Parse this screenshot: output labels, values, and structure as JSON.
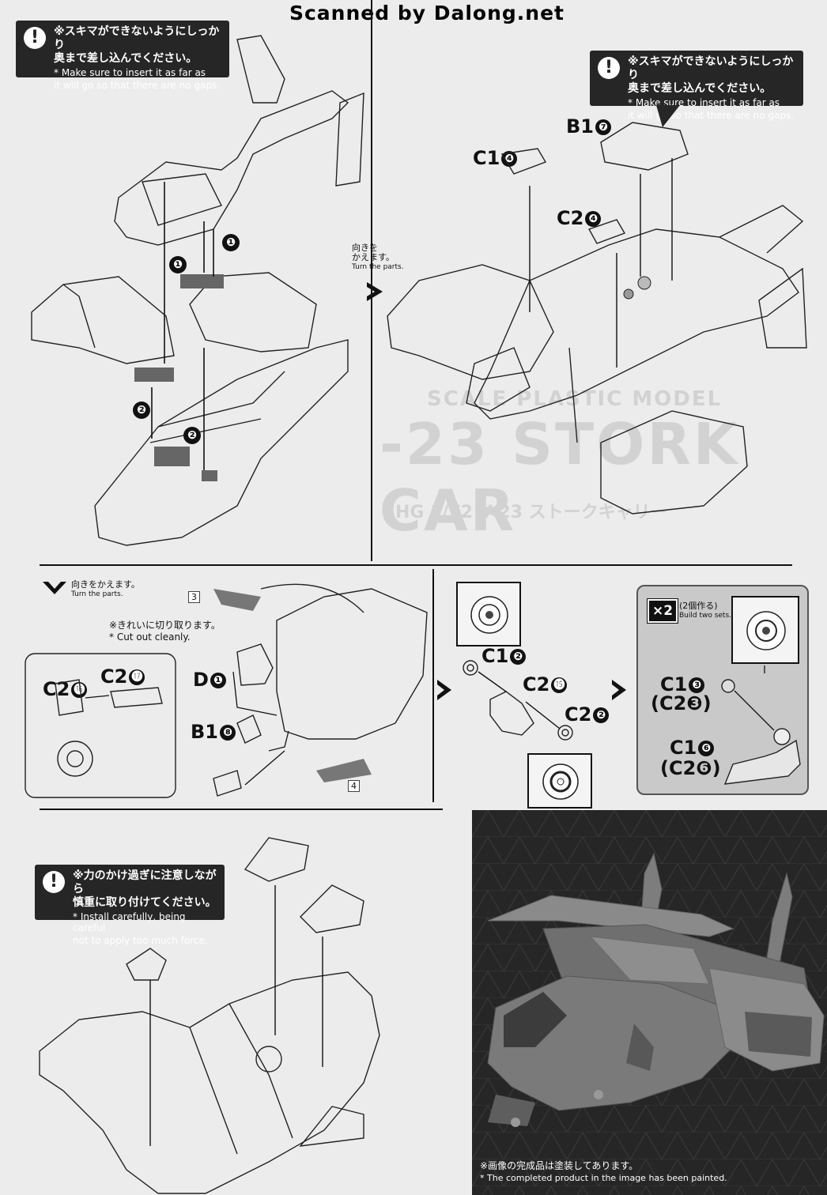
{
  "header": {
    "scan_credit": "Scanned by Dalong.net"
  },
  "notes": {
    "gap_note_1": {
      "jp_line1": "※スキマができないようにしっかり",
      "jp_line2": "奥まで差し込んでください。",
      "en_line1": "* Make sure to insert it as far as",
      "en_line2": "it will go so that there are no gaps."
    },
    "gap_note_2": {
      "jp_line1": "※スキマができないようにしっかり",
      "jp_line2": "奥まで差し込んでください。",
      "en_line1": "* Make sure to insert it as far as",
      "en_line2": "it will go so that there are no gaps."
    },
    "force_note": {
      "jp_line1": "※力のかけ過ぎに注意しながら",
      "jp_line2": "慎重に取り付けてください。",
      "en_line1": "* Install carefully, being careful",
      "en_line2": "not to apply too much force."
    }
  },
  "turn_parts_1": {
    "jp_line1": "向きを",
    "jp_line2": "かえます。",
    "en": "Turn the parts."
  },
  "turn_parts_2": {
    "jp": "向きをかえます。",
    "en": "Turn the parts."
  },
  "cut_cleanly": {
    "jp": "※きれいに切り取ります。",
    "en": "* Cut out cleanly."
  },
  "step1_markers": {
    "m1": "❶",
    "m2": "❷"
  },
  "parts": {
    "b1_7": {
      "letter": "B1",
      "num": "❼"
    },
    "c1_4": {
      "letter": "C1",
      "num": "❹"
    },
    "c2_4": {
      "letter": "C2",
      "num": "❹"
    },
    "c2_16": {
      "letter": "C2",
      "num": "⓰"
    },
    "c2_17": {
      "letter": "C2",
      "num": "⓱"
    },
    "d_1": {
      "letter": "D",
      "num": "❶"
    },
    "b1_8": {
      "letter": "B1",
      "num": "❽"
    },
    "c1_2": {
      "letter": "C1",
      "num": "❷"
    },
    "c2_15": {
      "letter": "C2",
      "num": "⓯"
    },
    "c2_2": {
      "letter": "C2",
      "num": "❷"
    },
    "c1_3": {
      "letter": "C1",
      "num": "❸"
    },
    "c2_3_alt": {
      "text": "(C2❸)"
    },
    "c1_6": {
      "letter": "C1",
      "num": "❻"
    },
    "c2_6_alt": {
      "text": "(C2❻)"
    }
  },
  "part_refs": {
    "ref3": "3",
    "ref4": "4"
  },
  "build_two": {
    "badge": "×2",
    "jp": "(2個作る)",
    "en": "Build two sets."
  },
  "watermark": {
    "line1": "SCALE PLASTIC MODEL",
    "line2": "-23 STORK CAR",
    "line3": "HG 1/72 V-23 ストークキャリー"
  },
  "painted_caption": {
    "jp": "※画像の完成品は塗装してあります。",
    "en": "* The completed product in the image has been painted."
  },
  "colors": {
    "note_bg": "#262626",
    "page_bg": "#ececec",
    "panel_grey": "#c9c9c9",
    "photo_bg": "#2b2b2b"
  }
}
